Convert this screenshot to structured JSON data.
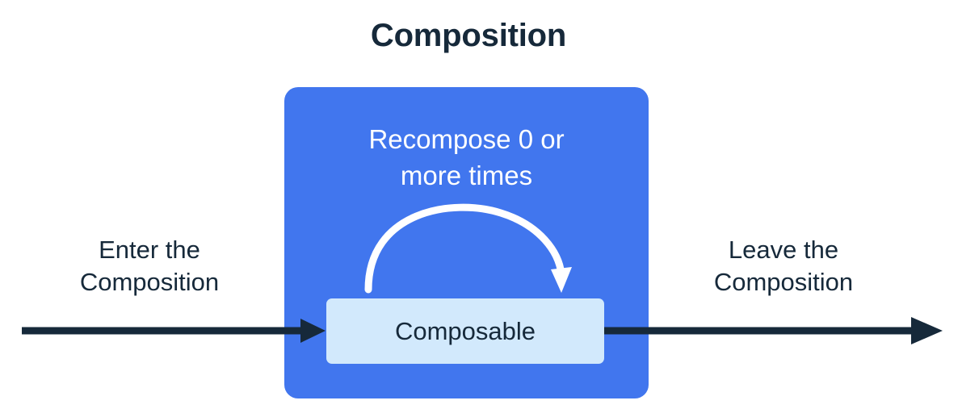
{
  "diagram": {
    "title": "Composition",
    "type": "flow-diagram",
    "background_color": "#ffffff",
    "title_color": "#16293a",
    "container": {
      "label_line_1": "Recompose 0 or",
      "label_line_2": "more times",
      "fill_color": "#4176ee",
      "text_color": "#ffffff"
    },
    "node": {
      "label": "Composable",
      "fill_color": "#d2e9fc",
      "text_color": "#16293a"
    },
    "recompose_arrow": {
      "icon": "curved-loop-arrow-icon",
      "color": "#ffffff"
    },
    "enter_label": {
      "line_1": "Enter the",
      "line_2": "Composition"
    },
    "leave_label": {
      "line_1": "Leave the",
      "line_2": "Composition"
    },
    "enter_arrow": {
      "icon": "arrow-right-icon",
      "color": "#16293a"
    },
    "leave_arrow": {
      "icon": "arrow-right-icon",
      "color": "#16293a"
    }
  }
}
